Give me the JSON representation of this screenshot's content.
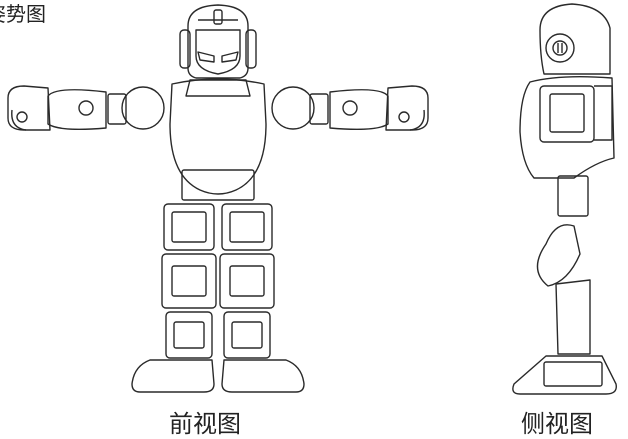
{
  "title": "姿势图",
  "front_view": {
    "label": "前视图"
  },
  "side_view": {
    "label": "侧视图"
  },
  "colors": {
    "stroke": "#2a2a2a",
    "background": "#ffffff"
  }
}
